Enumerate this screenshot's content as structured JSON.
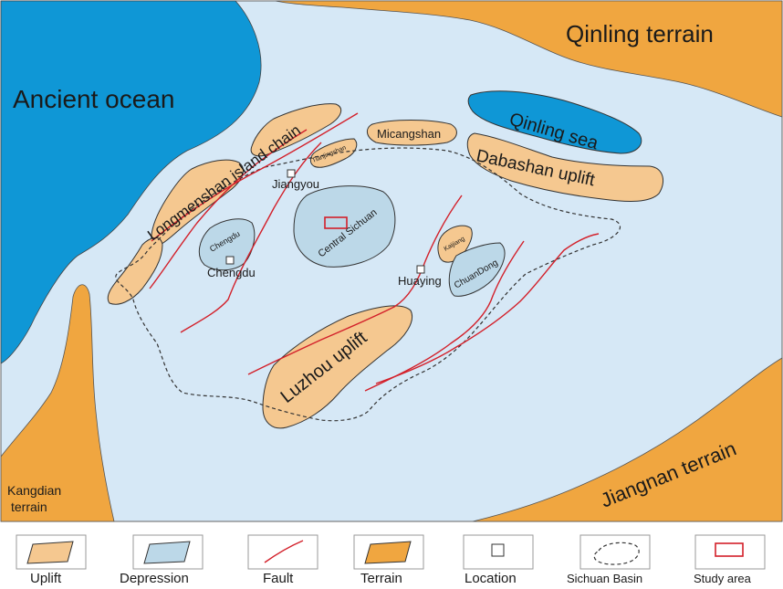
{
  "colors": {
    "sea": "#d6e8f6",
    "ocean": "#0f97d6",
    "terrain": "#f0a640",
    "uplift": "#f5c890",
    "depression": "#bcd8e8",
    "fault": "#d3202a",
    "outline": "#333333"
  },
  "map_labels": {
    "ancient_ocean": "Ancient ocean",
    "qinling_terrain": "Qinling terrain",
    "qinling_sea": "Qinling sea",
    "dabashan_uplift": "Dabashan uplift",
    "micangshan": "Micangshan",
    "longmenshan": "Longmenshan island chain",
    "tianjingshan": "Tianjingshan",
    "jiangyou": "Jiangyou",
    "central_sichuan": "Central Sichuan",
    "chengdu_depression": "Chengdu",
    "chengdu_location": "Chengdu",
    "kaijiang": "Kaijiang",
    "huaying": "Huaying",
    "chuandong": "ChuanDong",
    "luzhou_uplift": "Luzhou uplift",
    "jiangnan_terrain": "Jiangnan terrain",
    "kangdian_line1": "Kangdian",
    "kangdian_line2": "terrain"
  },
  "legend": [
    {
      "key": "uplift",
      "label": "Uplift"
    },
    {
      "key": "depression",
      "label": "Depression"
    },
    {
      "key": "fault",
      "label": "Fault"
    },
    {
      "key": "terrain",
      "label": "Terrain"
    },
    {
      "key": "location",
      "label": "Location"
    },
    {
      "key": "sichuan_basin",
      "label": "Sichuan Basin"
    },
    {
      "key": "study_area",
      "label": "Study area"
    }
  ]
}
